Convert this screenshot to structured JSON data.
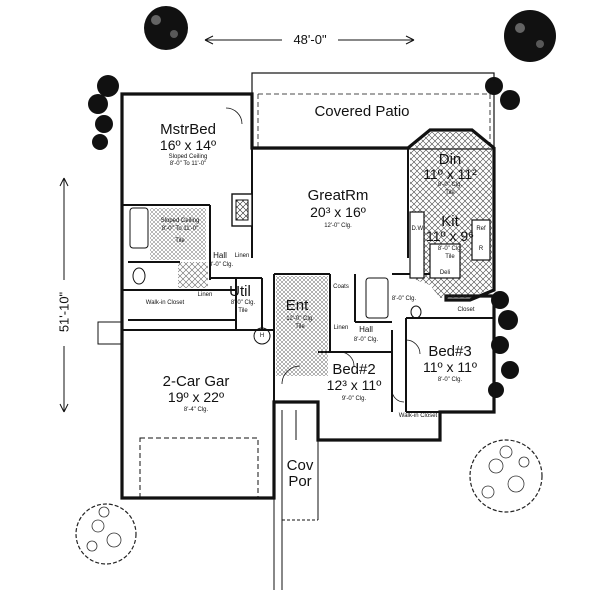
{
  "overall": {
    "width": "48'-0\"",
    "depth": "51'-10\""
  },
  "rooms": {
    "covered_patio": {
      "name": "Covered Patio"
    },
    "master_bed": {
      "name": "MstrBed",
      "size": "16º x 14º",
      "note1": "Sloped Ceiling",
      "note2": "8'-0\" To 11'-0\""
    },
    "bath": {
      "note1": "Sloped Ceiling",
      "note2": "8'-0\" To 11'-0\"",
      "tile": "Tile"
    },
    "great_room": {
      "name": "GreatRm",
      "size": "20³ x 16º",
      "ceiling": "12'-0\" Clg."
    },
    "dining": {
      "name": "Din",
      "size": "11º x 11²",
      "ceiling": "8'-0\" Clg.",
      "tile": "Tile"
    },
    "kitchen": {
      "name": "Kit",
      "size": "11º x 9⁶",
      "ceiling": "8'-0\" Clg.",
      "tile": "Tile",
      "dw": "D.W.",
      "ref": "Ref",
      "r": "R",
      "deli": "Deli"
    },
    "hall_master": {
      "name": "Hall",
      "ceiling": "8'-0\" Clg.",
      "linen": "Linen"
    },
    "walk_in_closet_master": {
      "name": "Walk-in Closet"
    },
    "linen_util": {
      "name": "Linen"
    },
    "utility": {
      "name": "Util",
      "ceiling": "8'-0\" Clg.",
      "tile": "Tile"
    },
    "entry": {
      "name": "Ent",
      "ceiling": "12'-0\" Clg.",
      "tile": "Tile"
    },
    "coats": {
      "name": "Coats"
    },
    "linen_hall": {
      "name": "Linen"
    },
    "hall_bed": {
      "name": "Hall",
      "ceiling": "8'-0\" Clg."
    },
    "bath2": {
      "ceiling": "8'-0\" Clg."
    },
    "closet": {
      "name": "Closet"
    },
    "garage": {
      "name": "2-Car Gar",
      "size": "19º x 22º",
      "ceiling": "8'-4\" Clg."
    },
    "bed2": {
      "name": "Bed#2",
      "size": "12³ x 11º",
      "ceiling": "9'-0\" Clg."
    },
    "bed3": {
      "name": "Bed#3",
      "size": "11º x 11º",
      "ceiling": "8'-0\" Clg."
    },
    "walk_in_closet_bed2": {
      "name": "Walk-in Closet"
    },
    "porch": {
      "name1": "Cov",
      "name2": "Por"
    },
    "water_heater": {
      "name": "H"
    }
  }
}
